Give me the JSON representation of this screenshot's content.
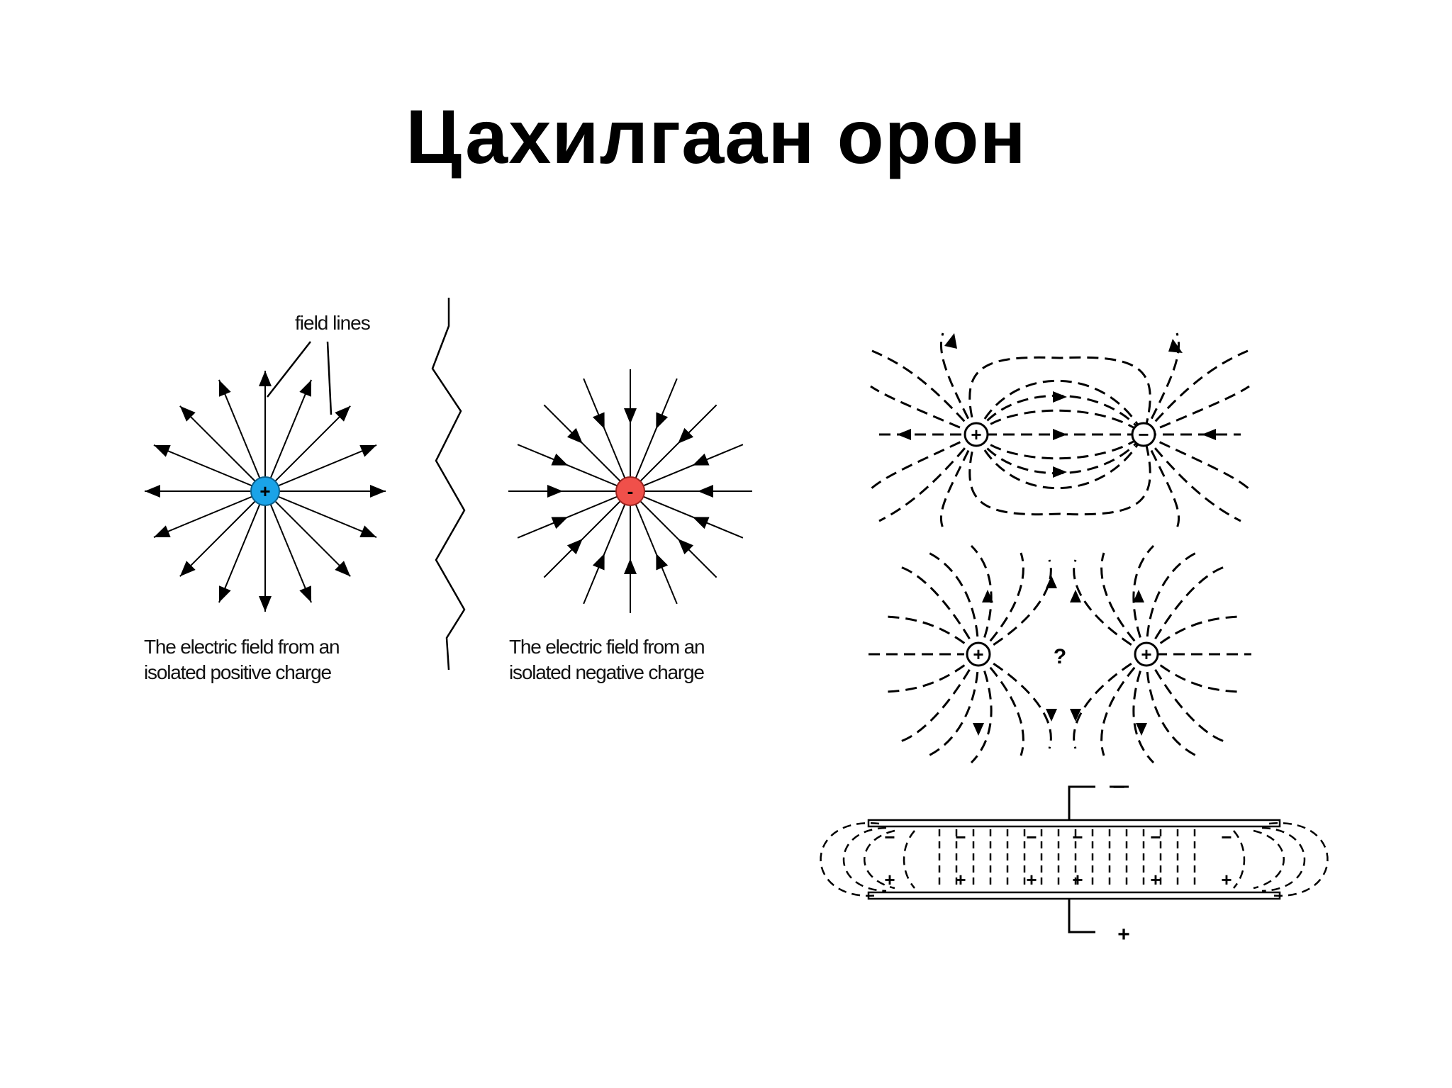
{
  "slide": {
    "title": "Цахилгаан орон"
  },
  "left_diagram": {
    "label": "field lines",
    "positive_caption_line1": "The electric field from an",
    "positive_caption_line2": "isolated positive charge",
    "positive_symbol": "+",
    "positive_color": "#1aa3e8",
    "negative_caption_line1": "The electric field from an",
    "negative_caption_line2": "isolated negative charge",
    "negative_symbol": "-",
    "negative_color": "#f0504a"
  },
  "right_diagrams": {
    "dipole_symbols": [
      "+",
      "−"
    ],
    "like_charges_symbols": [
      "+",
      "+"
    ],
    "like_charges_question": "?",
    "capacitor_top_symbol": "−",
    "capacitor_bottom_symbol": "+"
  }
}
